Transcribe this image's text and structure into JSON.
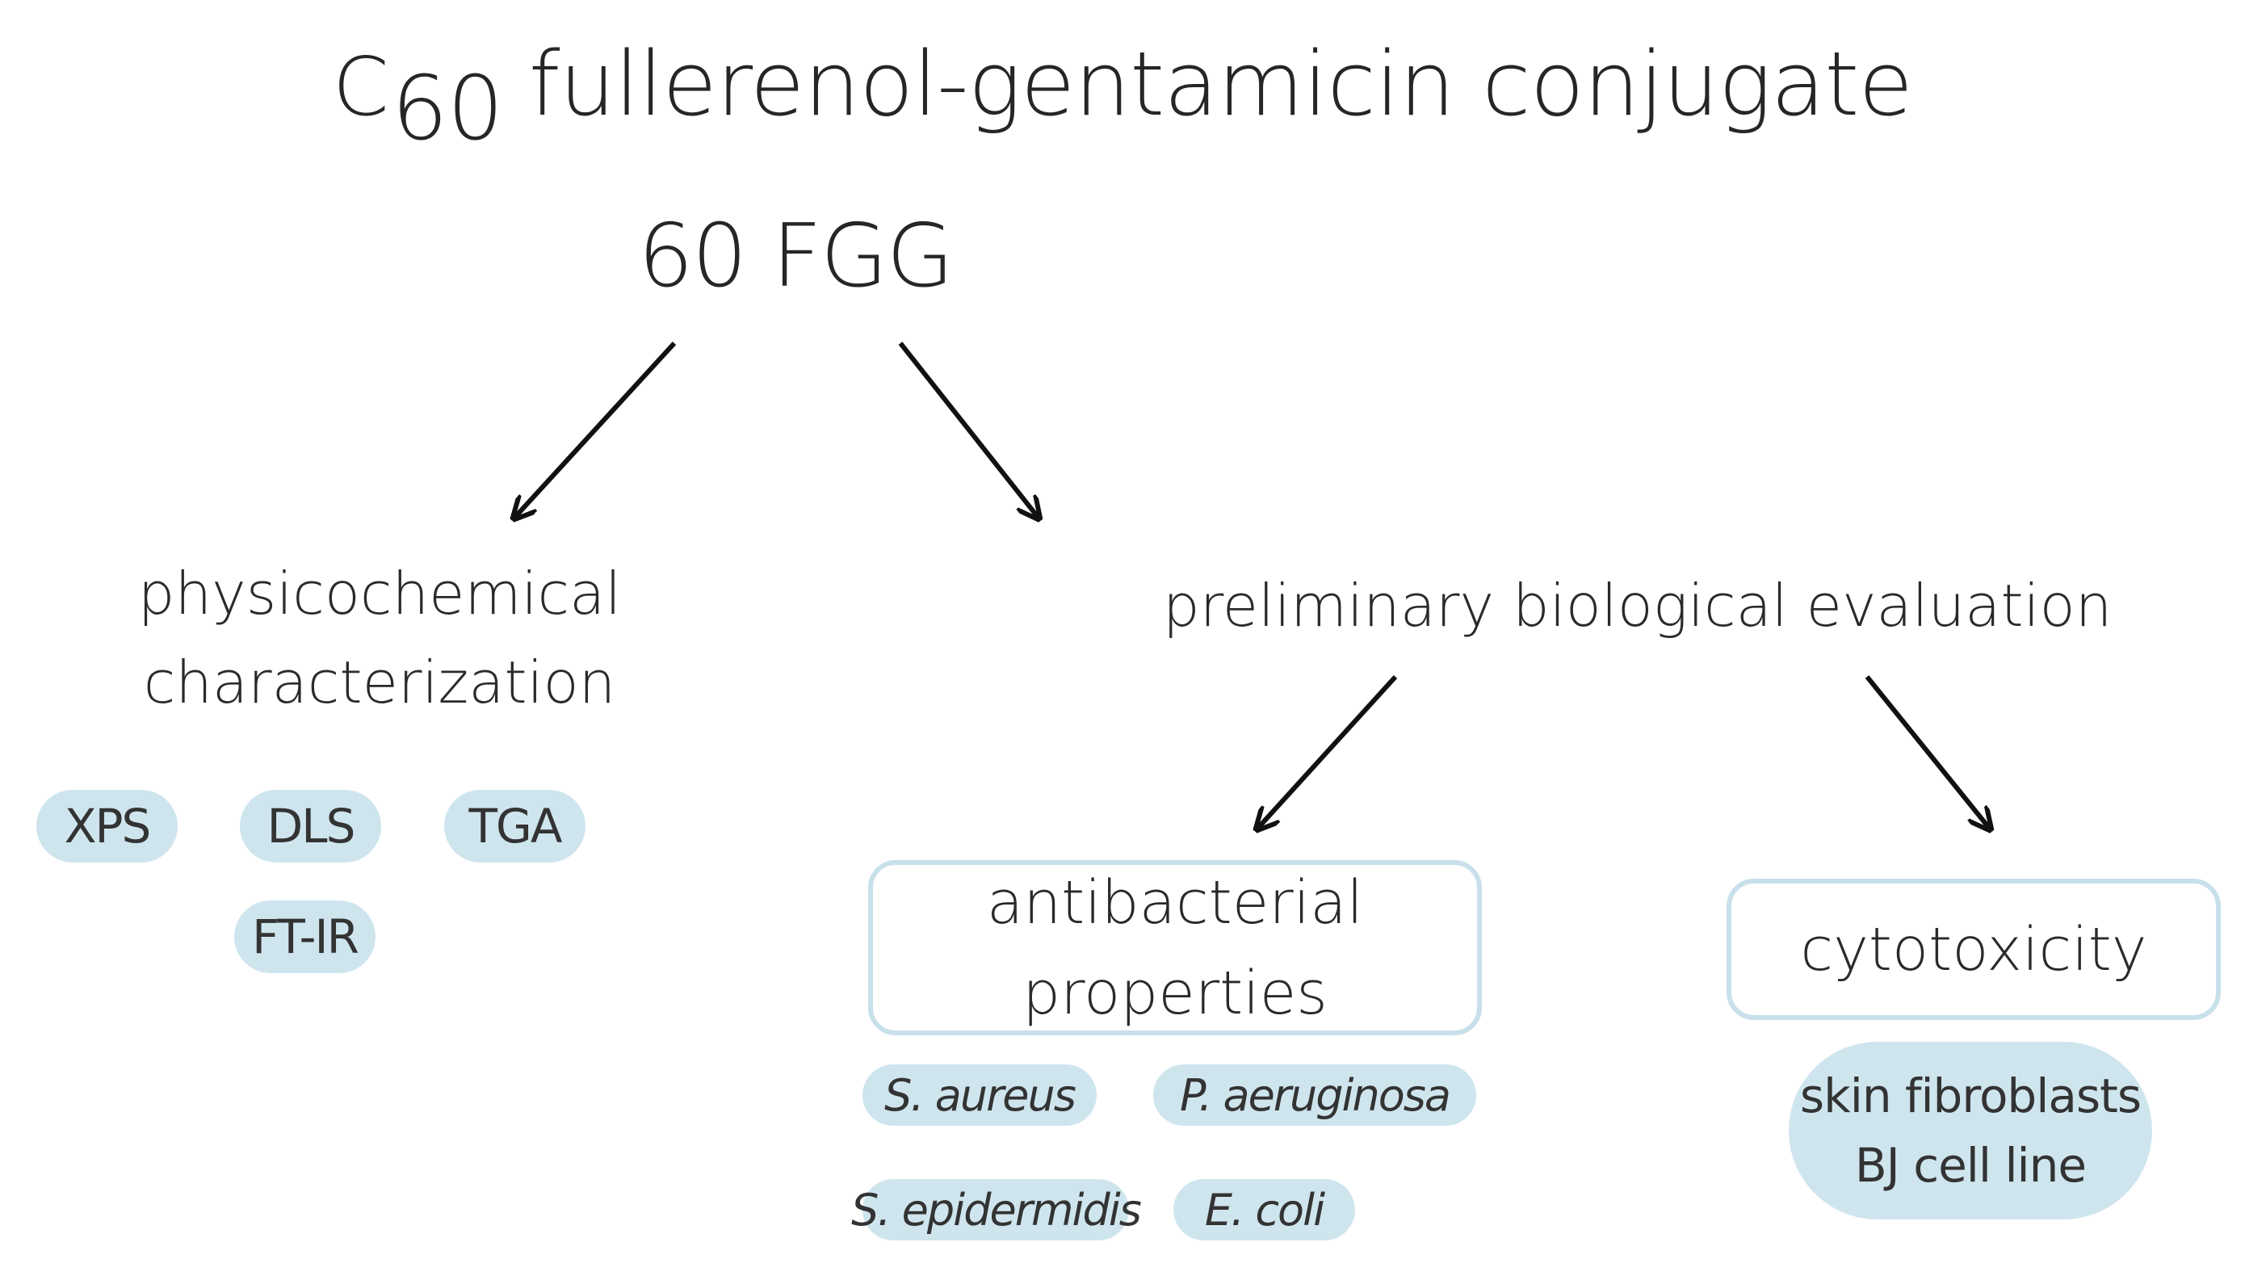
{
  "title": {
    "c": "C",
    "sub": "60",
    "rest": "fullerenol-gentamicin conjugate"
  },
  "abbreviation": "60 FGG",
  "branches": {
    "physico": {
      "line1": "physicochemical",
      "line2": "characterization",
      "methods": [
        "XPS",
        "DLS",
        "TGA",
        "FT-IR"
      ]
    },
    "bio": {
      "label": "preliminary biological evaluation",
      "antibacterial": {
        "line1": "antibacterial",
        "line2": "properties",
        "strains": [
          "S. aureus",
          "P. aeruginosa",
          "S. epidermidis",
          "E. coli"
        ]
      },
      "cytotoxicity": {
        "label": "cytotoxicity",
        "cells_line1": "skin fibroblasts",
        "cells_line2": "BJ cell line"
      }
    }
  },
  "colors": {
    "pill_fill": "#cfe5ee",
    "box_border": "#c8e0ea",
    "arrow": "#111111"
  }
}
